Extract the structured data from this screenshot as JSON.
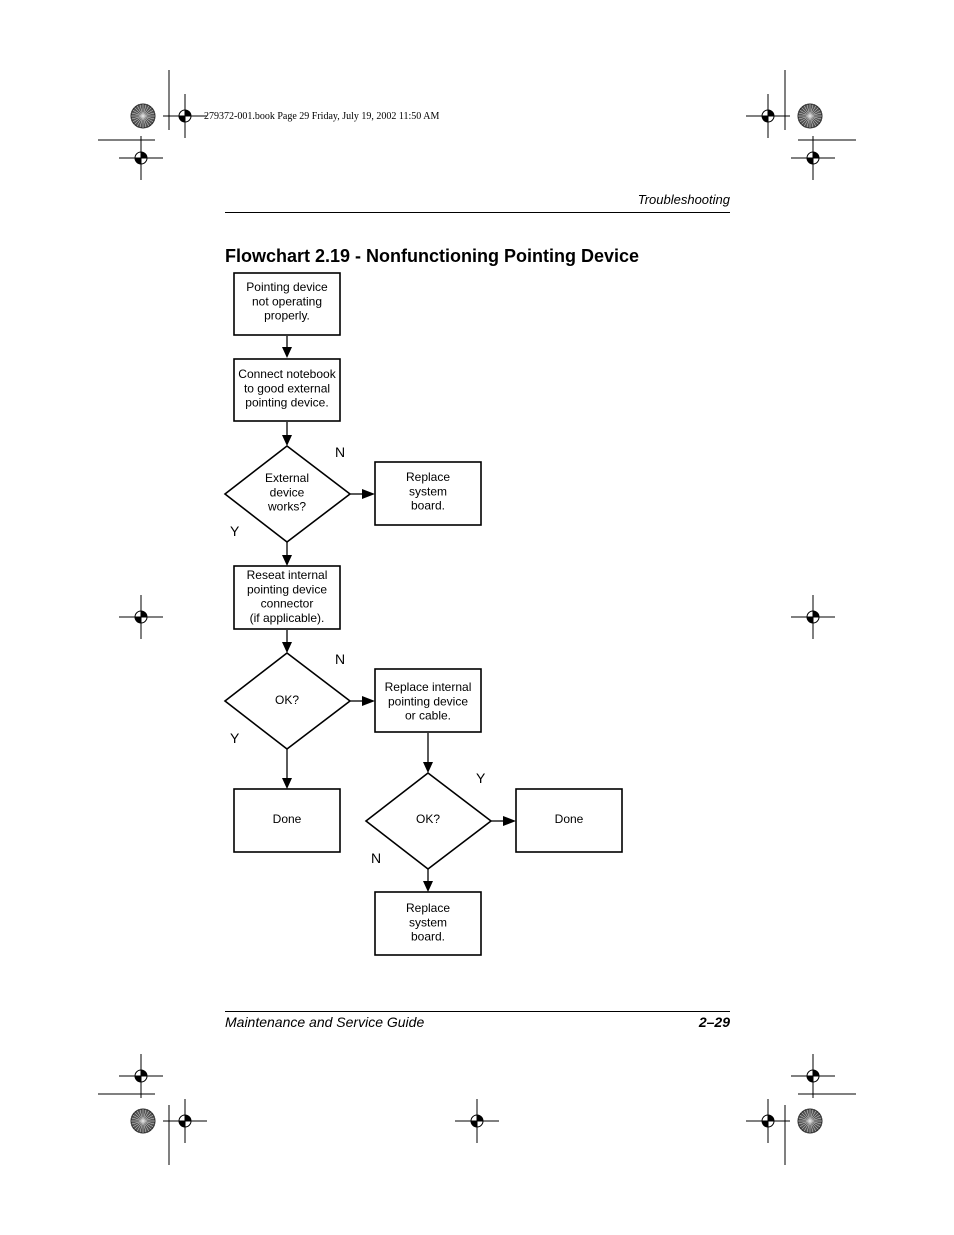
{
  "print_info": "279372-001.book  Page 29  Friday, July 19, 2002  11:50 AM",
  "header": {
    "section": "Troubleshooting"
  },
  "title": "Flowchart 2.19 - Nonfunctioning Pointing Device",
  "flowchart": {
    "start": [
      "Pointing device",
      "not operating",
      "properly."
    ],
    "step_connect": [
      "Connect notebook",
      "to good external",
      "pointing device."
    ],
    "decision_external": [
      "External",
      "device",
      "works?"
    ],
    "replace_board_1": [
      "Replace",
      "system",
      "board."
    ],
    "step_reseat": [
      "Reseat internal",
      "pointing device",
      "connector",
      "(if applicable)."
    ],
    "decision_ok_1": [
      "OK?"
    ],
    "replace_internal": [
      "Replace internal",
      "pointing device",
      "or cable."
    ],
    "done_1": [
      "Done"
    ],
    "decision_ok_2": [
      "OK?"
    ],
    "done_2": [
      "Done"
    ],
    "replace_board_2": [
      "Replace",
      "system",
      "board."
    ],
    "labels": {
      "external_no": "N",
      "external_yes": "Y",
      "ok1_no": "N",
      "ok1_yes": "Y",
      "ok2_yes": "Y",
      "ok2_no": "N"
    }
  },
  "footer": {
    "guide": "Maintenance and Service Guide",
    "page": "2–29"
  }
}
